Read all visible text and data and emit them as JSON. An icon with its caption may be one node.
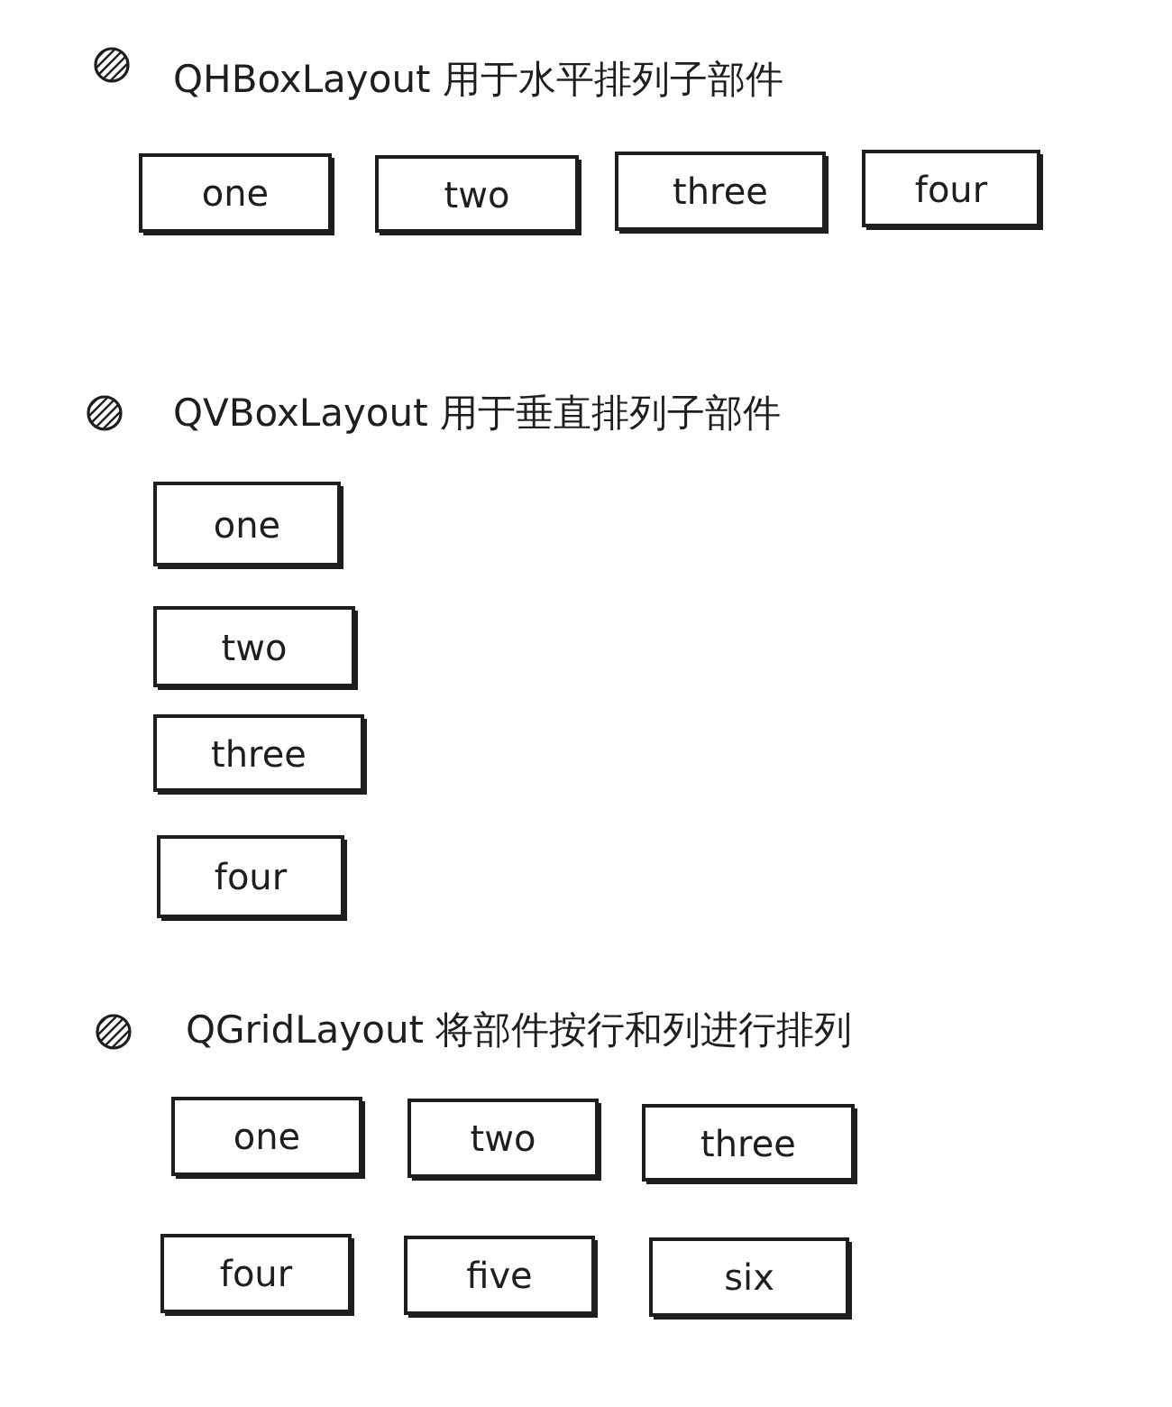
{
  "diagram": {
    "nodes": [
      {
        "text": [
          "one"
        ]
      },
      {
        "text": [
          "two"
        ]
      },
      {
        "text": [
          "three"
        ]
      },
      {
        "text": [
          "four"
        ]
      },
      {
        "text": [
          "one"
        ]
      },
      {
        "text": [
          "two"
        ]
      },
      {
        "text": [
          "three"
        ]
      },
      {
        "text": [
          "four"
        ]
      },
      {
        "text": [
          "one"
        ]
      },
      {
        "text": [
          "two"
        ]
      },
      {
        "text": [
          "three"
        ]
      },
      {
        "text": [
          "four"
        ]
      },
      {
        "text": [
          "five"
        ]
      },
      {
        "text": [
          "six"
        ]
      }
    ],
    "labels": [
      "QHBoxLayout 用于水平排列子部件",
      "QVBoxLayout 用于垂直排列子部件",
      "QGridLayout 将部件按行和列进行排列"
    ]
  }
}
